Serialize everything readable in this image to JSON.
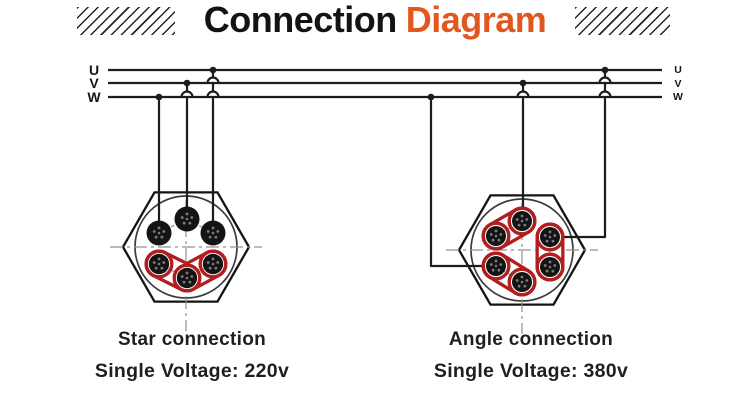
{
  "title": {
    "word1": "Connection",
    "word2": "Diagram"
  },
  "colors": {
    "accent": "#E2571F",
    "jumper": "#B01E20",
    "wire": "#1C1C1C",
    "centerline": "#909090"
  },
  "bus": {
    "left_labels": [
      "U",
      "V",
      "W"
    ],
    "right_labels": [
      "U",
      "V",
      "W"
    ]
  },
  "star": {
    "caption": "Star connection",
    "voltage": "Single Voltage: 220v"
  },
  "angle": {
    "caption": "Angle connection",
    "voltage": "Single Voltage: 380v"
  }
}
